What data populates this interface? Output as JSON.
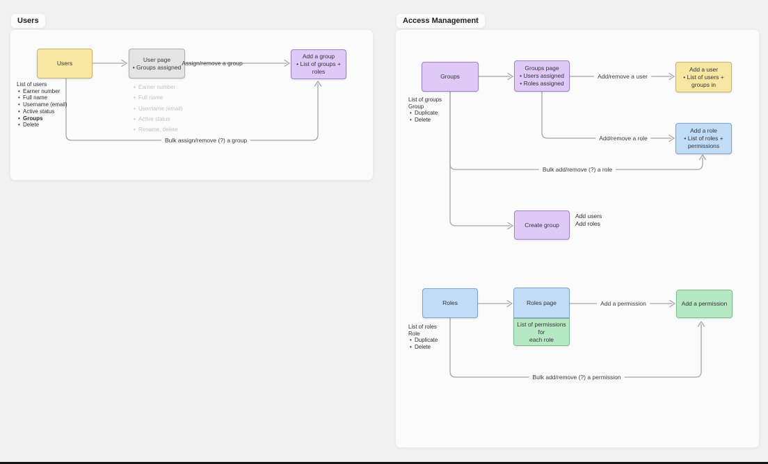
{
  "users_section": {
    "tab": "Users",
    "nodes": {
      "users": "Users",
      "user_page": "User page\n• Groups assigned",
      "add_group": "Add a group\n• List of groups +\nroles"
    },
    "users_list": {
      "title": "List of users",
      "items": [
        "Earner number",
        "Full name",
        "Username (email)",
        "Active status",
        "Groups",
        "Delete"
      ]
    },
    "user_page_features": [
      "Earner number",
      "Full name",
      "Username (email)",
      "Active status",
      "Rename, delete"
    ],
    "edge_labels": {
      "assign_remove_group": "Assign/remove a group",
      "bulk_assign_group": "Bulk assign/remove (?) a group"
    }
  },
  "access_section": {
    "tab": "Access Management",
    "nodes": {
      "groups": "Groups",
      "groups_page": "Groups page\n• Users assigned\n• Roles assigned",
      "add_user": "Add a user\n• List of users +\ngroups in",
      "add_role": "Add a role\n• List of roles +\npermissions",
      "create_group": "Create group",
      "roles": "Roles",
      "roles_page": "Roles page",
      "roles_page_permissions": "List of permissions for\neach role",
      "add_permission": "Add a permission"
    },
    "groups_list": {
      "line1": "List of groups",
      "line2": "Group",
      "items": [
        "Duplicate",
        "Delete"
      ]
    },
    "roles_list": {
      "line1": "List of roles",
      "line2": "Role",
      "items": [
        "Duplicate",
        "Delete"
      ]
    },
    "create_group_notes": [
      "Add users",
      "Add roles"
    ],
    "edge_labels": {
      "add_remove_user": "Add/remove a user",
      "add_remove_role": "Add/remove a role",
      "bulk_add_remove_role": "Bulk add/remove (?) a role",
      "add_a_permission": "Add a permission",
      "bulk_add_remove_permission": "Bulk add/remove (?) a permission"
    }
  },
  "colors": {
    "yellow_fill": "#f8e6a3",
    "purple_fill": "#dec9f7",
    "blue_fill": "#c0dcf7",
    "green_fill": "#b6e8c3",
    "gray_fill": "#e4e4e4",
    "connector": "#a3a5aa",
    "card_bg": "#fbfbfb",
    "page_bg": "#f1f1f2"
  }
}
